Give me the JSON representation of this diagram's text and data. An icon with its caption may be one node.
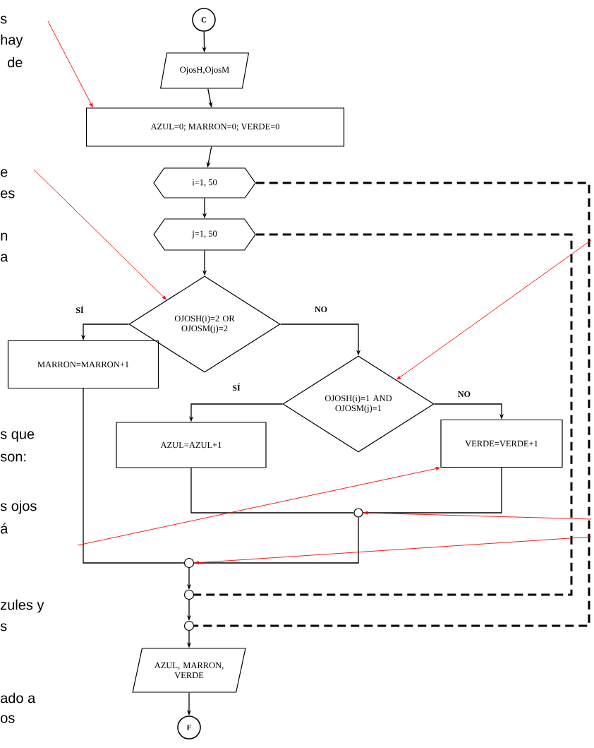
{
  "diagram": {
    "nodes": [
      {
        "text": [
          "C"
        ]
      },
      {
        "text": [
          "OjosH,OjosM"
        ]
      },
      {
        "text": [
          "AZUL=0; MARRON=0; VERDE=0"
        ]
      },
      {
        "text": [
          "i=1, 50"
        ]
      },
      {
        "text": [
          "j=1, 50"
        ]
      },
      {
        "text": [
          "OJOSH(i)=2 OR OJOSM(j)=2"
        ]
      },
      {
        "text": [
          "MARRON=MARRON+1"
        ]
      },
      {
        "text": [
          "OJOSH(i)=1 AND OJOSM(j)=1"
        ]
      },
      {
        "text": [
          "AZUL=AZUL+1"
        ]
      },
      {
        "text": [
          "VERDE=VERDE+1"
        ]
      },
      {
        "text": [],
        "shape": "circle"
      },
      {
        "text": [],
        "shape": "circle"
      },
      {
        "text": [],
        "shape": "circle"
      },
      {
        "text": [],
        "shape": "circle"
      },
      {
        "text": [
          "AZUL, MARRON, VERDE"
        ]
      },
      {
        "text": [
          "F"
        ]
      }
    ],
    "edges": [
      {
        "from": 0,
        "to": 1,
        "arrow": "to"
      },
      {
        "from": 1,
        "to": 2,
        "arrow": "to"
      },
      {
        "from": 2,
        "to": 3,
        "arrow": "to"
      },
      {
        "from": 3,
        "to": 4,
        "arrow": "to"
      },
      {
        "from": 4,
        "to": 5,
        "arrow": "to"
      },
      {
        "from": 5,
        "to": 6,
        "arrow": "to",
        "label": "SÍ"
      },
      {
        "from": 5,
        "to": 7,
        "arrow": "to",
        "label": "NO"
      },
      {
        "from": 7,
        "to": 8,
        "arrow": "to",
        "label": "SÍ"
      },
      {
        "from": 7,
        "to": 9,
        "arrow": "to",
        "label": "NO"
      },
      {
        "from": 8,
        "to": 10,
        "arrow": "none"
      },
      {
        "from": 9,
        "to": 10,
        "arrow": "none"
      },
      {
        "from": 10,
        "to": 11,
        "arrow": "none"
      },
      {
        "from": 6,
        "to": 11,
        "arrow": "none"
      },
      {
        "from": 11,
        "to": 12,
        "arrow": "to"
      },
      {
        "from": 12,
        "to": 13,
        "arrow": "to"
      },
      {
        "from": 13,
        "to": 14,
        "arrow": "to"
      },
      {
        "from": 14,
        "to": 15,
        "arrow": "to"
      },
      {
        "from": 4,
        "to": 12,
        "arrow": "none",
        "style": "dashed"
      },
      {
        "from": 3,
        "to": 13,
        "arrow": "none",
        "style": "dashed"
      },
      {
        "from": null,
        "to": 2,
        "arrow": "to",
        "color": "#ff0000"
      },
      {
        "from": null,
        "to": 5,
        "arrow": "to",
        "color": "#ff0000"
      },
      {
        "from": null,
        "to": 7,
        "arrow": "to",
        "color": "#ff0000"
      },
      {
        "from": null,
        "to": 9,
        "arrow": "to",
        "color": "#ff0000"
      },
      {
        "from": null,
        "to": 10,
        "arrow": "to",
        "color": "#ff0000"
      },
      {
        "from": null,
        "to": 11,
        "arrow": "to",
        "color": "#ff0000"
      }
    ],
    "labels": [
      "s",
      "hay",
      "de",
      "e",
      "es",
      "n",
      "a",
      "s que",
      "son:",
      "s ojos",
      "á",
      "zules y",
      "s",
      "ado a",
      "os"
    ]
  }
}
